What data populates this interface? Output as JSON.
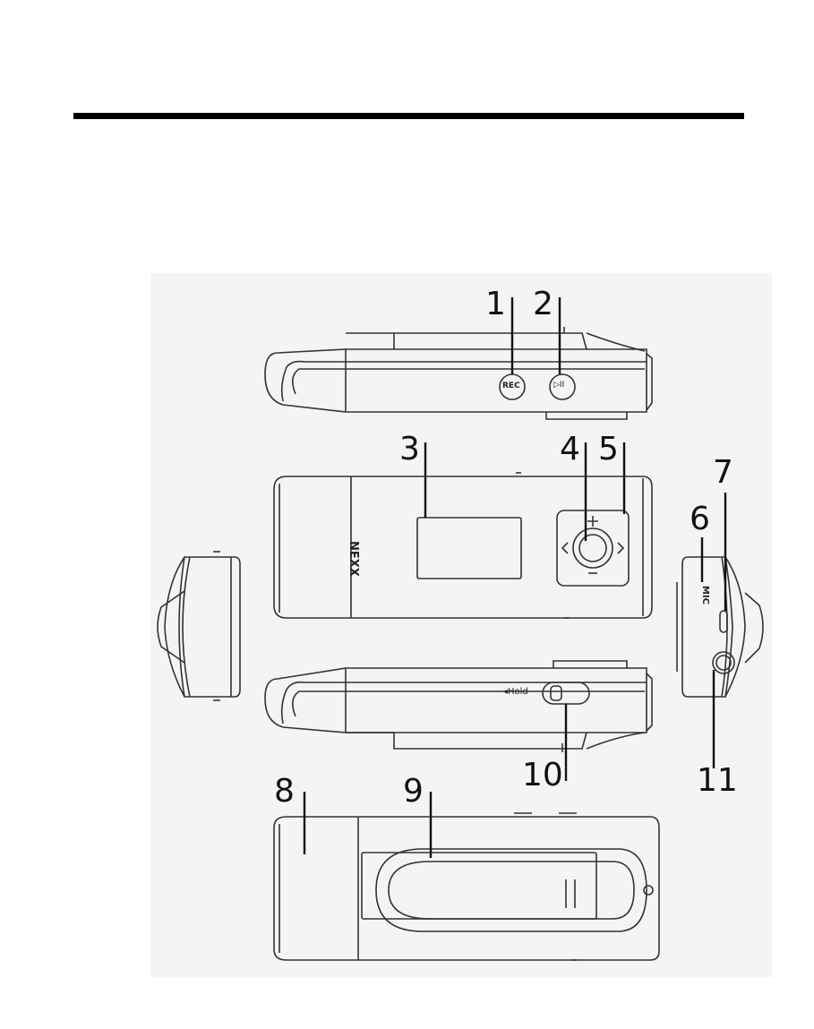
{
  "page": {
    "brand_label": "NEXX",
    "hold_label": "◂Hold",
    "mic_label": "MIC",
    "rec_label": "REC",
    "play_pause_symbol": "▷II",
    "callouts": {
      "c1": "1",
      "c2": "2",
      "c3": "3",
      "c4": "4",
      "c5": "5",
      "c6": "6",
      "c7": "7",
      "c8": "8",
      "c9": "9",
      "c10": "10",
      "c11": "11"
    }
  }
}
